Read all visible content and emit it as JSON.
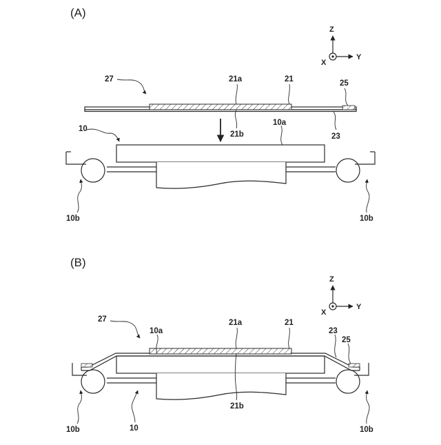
{
  "panels": [
    {
      "label": "(A)",
      "axes": {
        "z": "Z",
        "y": "Y",
        "x": "X"
      },
      "refs": {
        "r27": "27",
        "r21a": "21a",
        "r21": "21",
        "r25": "25",
        "r10": "10",
        "r10a": "10a",
        "r21b": "21b",
        "r23": "23",
        "r10b_left": "10b",
        "r10b_right": "10b"
      }
    },
    {
      "label": "(B)",
      "axes": {
        "z": "Z",
        "y": "Y",
        "x": "X"
      },
      "refs": {
        "r27": "27",
        "r10a": "10a",
        "r21a": "21a",
        "r21": "21",
        "r23": "23",
        "r25": "25",
        "r21b": "21b",
        "r10b_left": "10b",
        "r10": "10",
        "r10b_right": "10b"
      }
    }
  ]
}
